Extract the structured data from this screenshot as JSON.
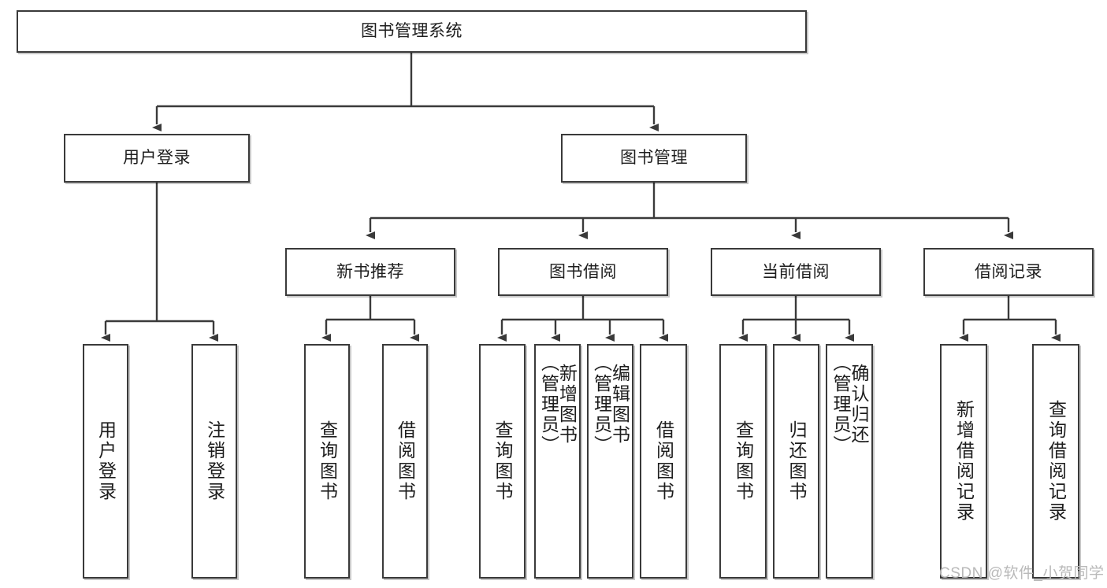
{
  "diagram": {
    "title_node": {
      "label": "图书管理系统"
    },
    "level2": [
      {
        "id": "user-login",
        "label": "用户登录"
      },
      {
        "id": "book-manage",
        "label": "图书管理"
      }
    ],
    "level3": [
      {
        "id": "new-book-recommend",
        "label": "新书推荐"
      },
      {
        "id": "book-borrow",
        "label": "图书借阅"
      },
      {
        "id": "current-borrow",
        "label": "当前借阅"
      },
      {
        "id": "borrow-record",
        "label": "借阅记录"
      }
    ],
    "leaves": {
      "user_login": [
        {
          "id": "leaf-user-login",
          "label": "用户登录"
        },
        {
          "id": "leaf-logout-login",
          "label": "注销登录"
        }
      ],
      "new_book_recommend": [
        {
          "id": "leaf-query-book-1",
          "label": "查询图书"
        },
        {
          "id": "leaf-borrow-book-1",
          "label": "借阅图书"
        }
      ],
      "book_borrow": [
        {
          "id": "leaf-query-book-2",
          "label": "查询图书"
        },
        {
          "id": "leaf-add-book",
          "label": "新增图书\n（管理员）"
        },
        {
          "id": "leaf-edit-book",
          "label": "编辑图书\n（管理员）"
        },
        {
          "id": "leaf-borrow-book-2",
          "label": "借阅图书"
        }
      ],
      "current_borrow": [
        {
          "id": "leaf-query-book-3",
          "label": "查询图书"
        },
        {
          "id": "leaf-return-book",
          "label": "归还图书"
        },
        {
          "id": "leaf-confirm-return",
          "label": "确认归还\n（管理员）"
        }
      ],
      "borrow_record": [
        {
          "id": "leaf-add-borrow-record",
          "label": "新增借阅记录"
        },
        {
          "id": "leaf-query-borrow-record",
          "label": "查询借阅记录"
        }
      ]
    },
    "watermark": {
      "text": "CSDN @软件_小贺同学"
    },
    "colors": {
      "stroke": "#3a3a3a",
      "fill": "#ffffff",
      "text": "#1d1d1d",
      "watermark": "#b9b9b9"
    }
  }
}
